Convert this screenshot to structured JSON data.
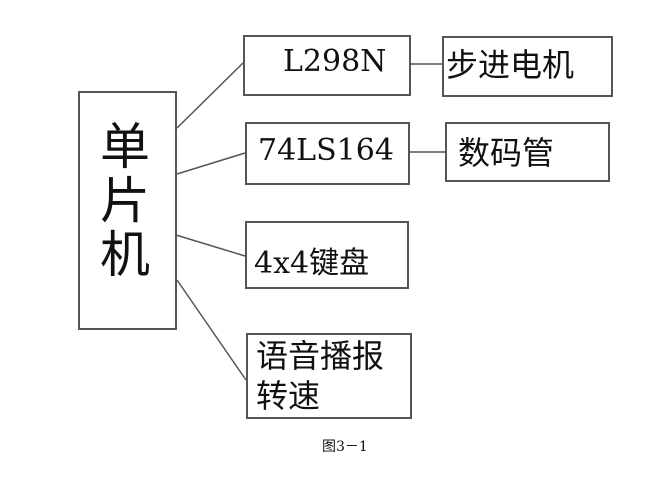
{
  "nodes": {
    "mcu": "单片机",
    "l298n": "L298N",
    "stepper": "步进电机",
    "ls164": "74LS164",
    "display": "数码管",
    "keypad": "4x4键盘",
    "voice1": "语音播报",
    "voice2": "转速"
  },
  "caption": "图3－1"
}
